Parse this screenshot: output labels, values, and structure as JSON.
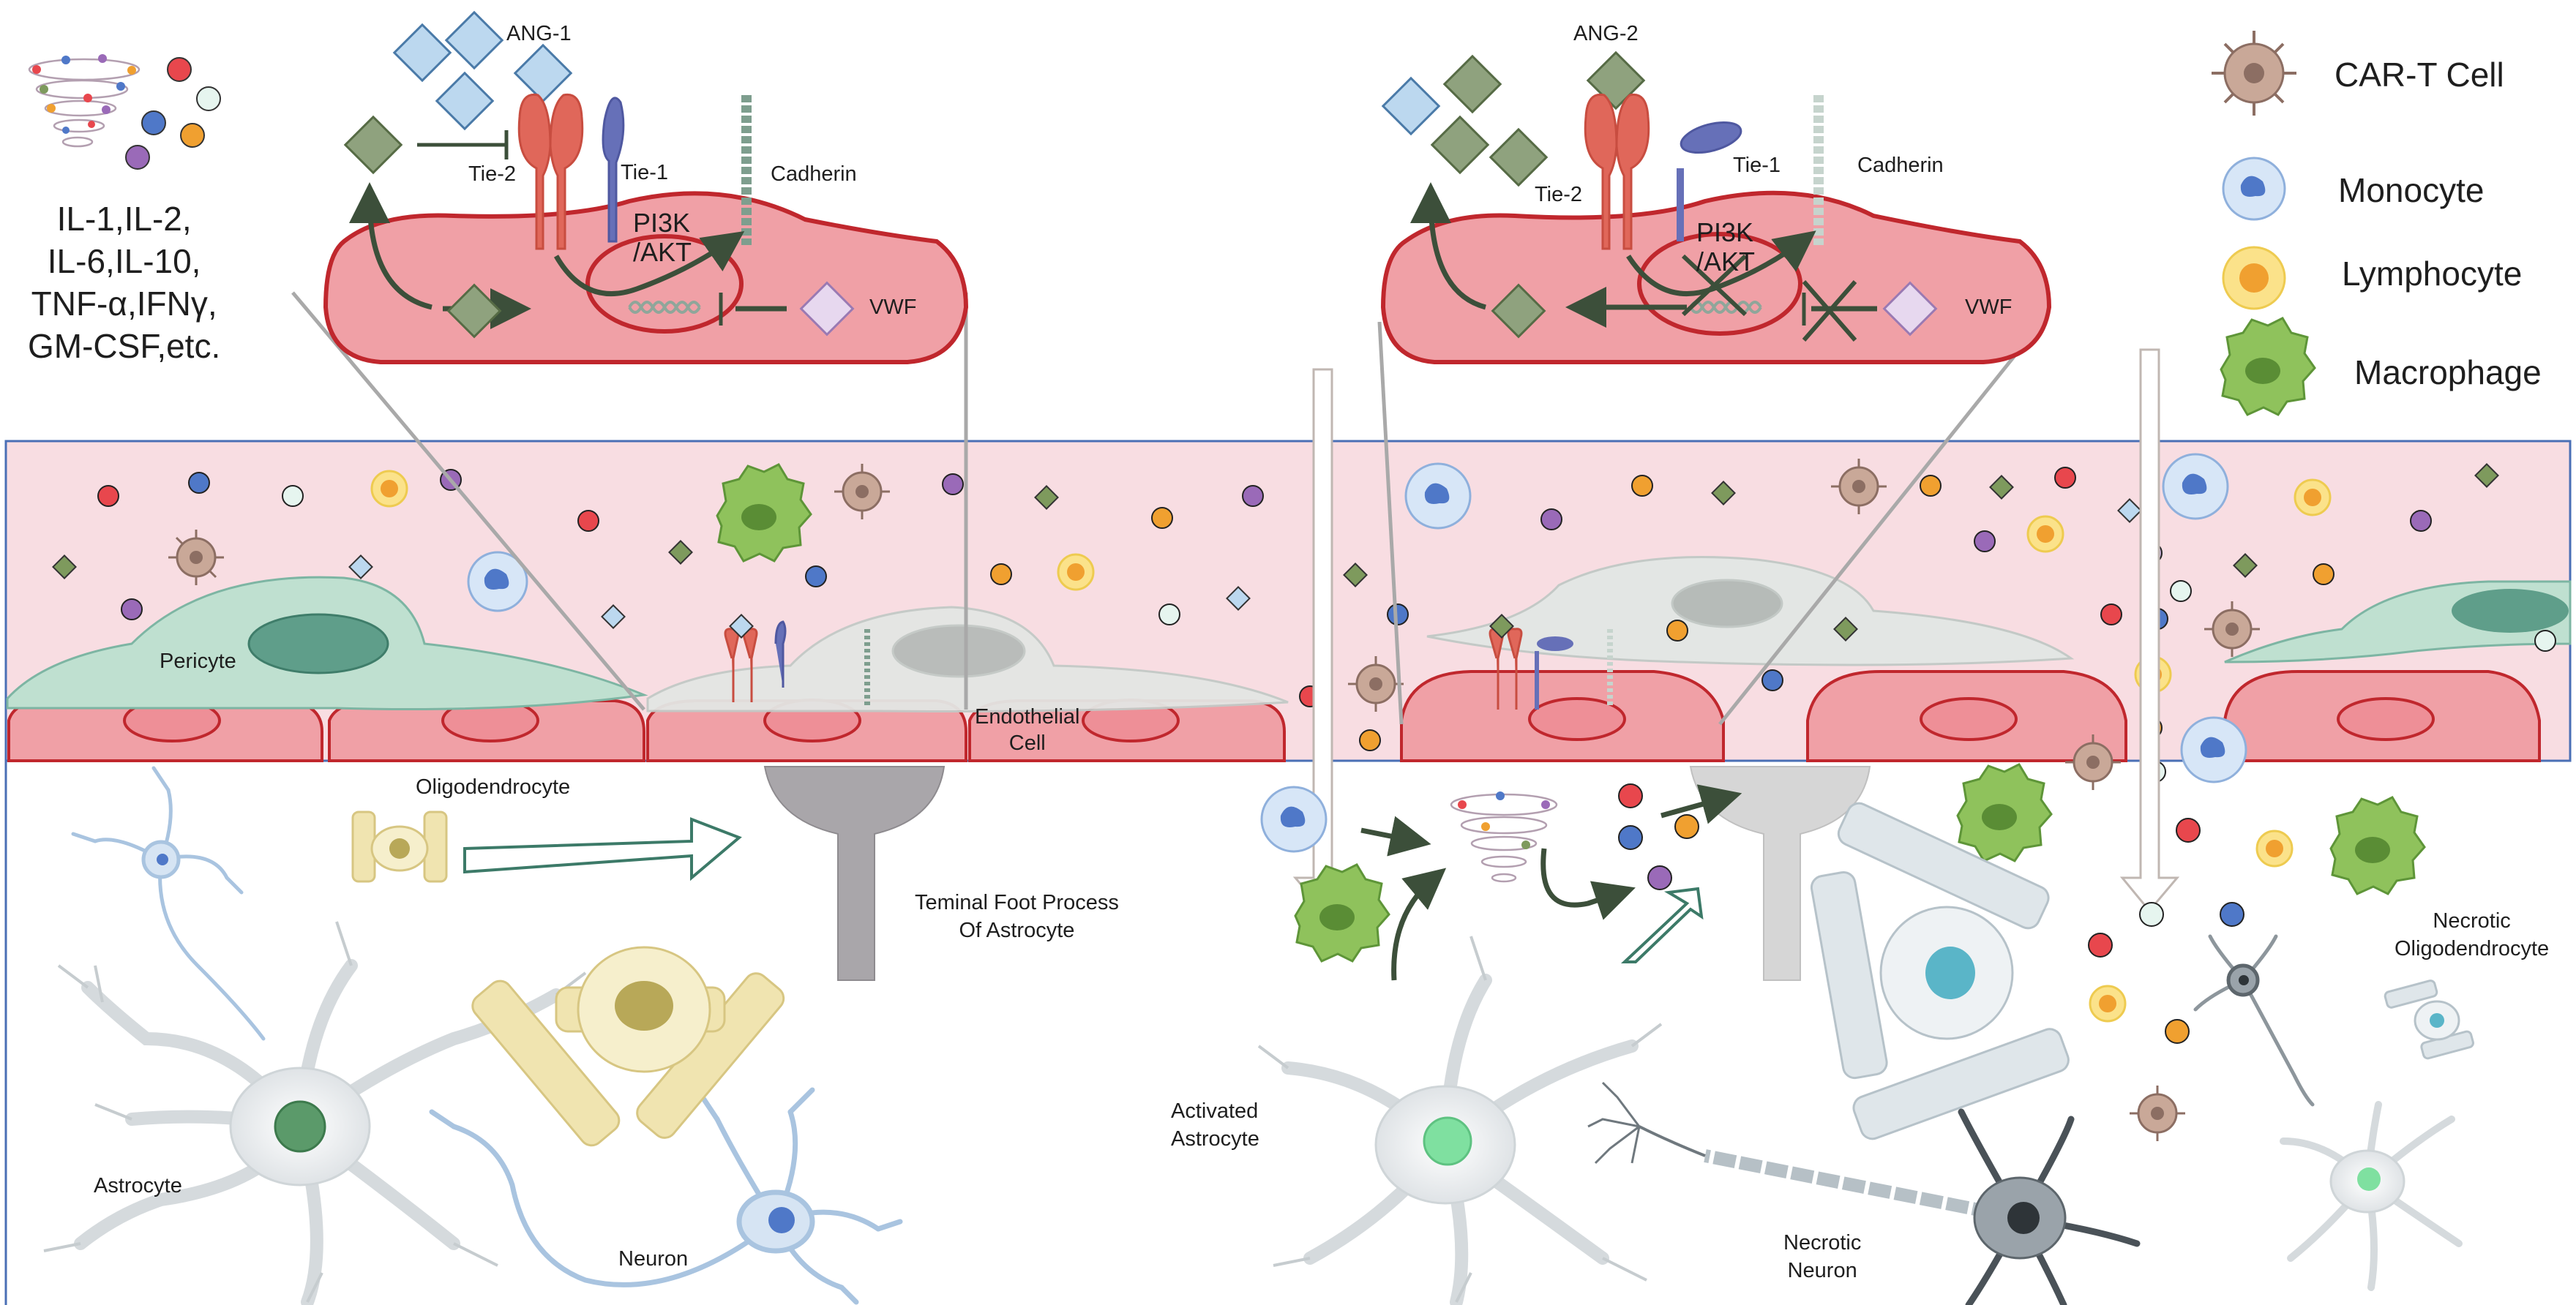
{
  "cytokines": {
    "line1": "IL-1,IL-2,",
    "line2": "IL-6,IL-10,",
    "line3": "TNF-α,IFNγ,",
    "line4": "GM-CSF,etc."
  },
  "left_inset": {
    "ang": "ANG-1",
    "tie2": "Tie-2",
    "tie1": "Tie-1",
    "cadherin": "Cadherin",
    "pi3k_1": "PI3K",
    "pi3k_2": "/AKT",
    "vwf": "VWF"
  },
  "right_inset": {
    "ang": "ANG-2",
    "tie2": "Tie-2",
    "tie1": "Tie-1",
    "cadherin": "Cadherin",
    "pi3k_1": "PI3K",
    "pi3k_2": "/AKT",
    "vwf": "VWF"
  },
  "legend": [
    {
      "label": "CAR-T Cell",
      "icon": "car-t-cell-icon",
      "color": "#c9a898"
    },
    {
      "label": "Monocyte",
      "icon": "monocyte-icon",
      "color": "#6a8fd0"
    },
    {
      "label": "Lymphocyte",
      "icon": "lymphocyte-icon",
      "color": "#f0b030"
    },
    {
      "label": "Macrophage",
      "icon": "macrophage-icon",
      "color": "#6fa84a"
    }
  ],
  "vessel_labels": {
    "pericyte": "Pericyte",
    "endothelial_1": "Endothelial",
    "endothelial_2": "Cell"
  },
  "brain_labels": {
    "oligodendrocyte": "Oligodendrocyte",
    "terminal_1": "Teminal Foot Process",
    "terminal_2": "Of Astrocyte",
    "astrocyte": "Astrocyte",
    "neuron": "Neuron",
    "activated_1": "Activated",
    "activated_2": "Astrocyte",
    "necrotic_neuron_1": "Necrotic",
    "necrotic_neuron_2": "Neuron",
    "necrotic_oligo_1": "Necrotic",
    "necrotic_oligo_2": "Oligodendrocyte"
  },
  "colors": {
    "vessel_fill": "#f8dde2",
    "vessel_border": "#4a6fb5",
    "endothelial_fill": "#f0a0a6",
    "endothelial_border": "#c0272d",
    "arrow_dark": "#3c4f3a",
    "receptor_red": "#e0675a",
    "receptor_blue": "#6670b8",
    "diamond_blue": "#bcd8ef",
    "diamond_green": "#8fa27e",
    "pericyte": "#bfe0d0"
  }
}
